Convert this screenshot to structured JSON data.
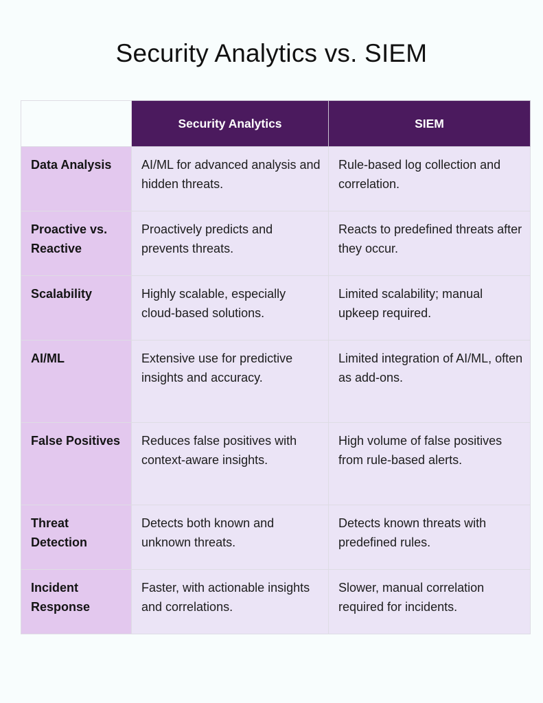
{
  "title": "Security Analytics vs. SIEM",
  "table": {
    "headers": [
      "",
      "Security Analytics",
      "SIEM"
    ],
    "rows": [
      {
        "label": "Data Analysis",
        "security_analytics": "AI/ML for advanced analysis and hidden threats.",
        "siem": "Rule-based log collection and correlation."
      },
      {
        "label": "Proactive vs. Reactive",
        "security_analytics": "Proactively predicts and prevents threats.",
        "siem": "Reacts to predefined threats after they occur."
      },
      {
        "label": "Scalability",
        "security_analytics": "Highly scalable, especially cloud-based solutions.",
        "siem": "Limited scalability; manual upkeep required."
      },
      {
        "label": "AI/ML",
        "security_analytics": "Extensive use for predictive insights and accuracy.",
        "siem": "Limited integration of AI/ML, often as add-ons."
      },
      {
        "label": "False Positives",
        "security_analytics": "Reduces false positives with context-aware insights.",
        "siem": "High volume of false positives from rule-based alerts."
      },
      {
        "label": "Threat Detection",
        "security_analytics": "Detects both known and unknown threats.",
        "siem": "Detects known threats with predefined rules."
      },
      {
        "label": "Incident Response",
        "security_analytics": "Faster, with actionable insights and correlations.",
        "siem": "Slower, manual correlation required for incidents."
      }
    ]
  },
  "colors": {
    "header_bg": "#4b1a5e",
    "header_text": "#ffffff",
    "label_col_bg": "#e3c8ee",
    "cell_bg": "#ebe4f6",
    "page_bg": "#f8fdfd",
    "border": "#dedce4"
  }
}
